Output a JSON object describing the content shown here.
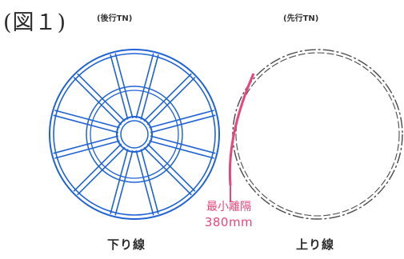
{
  "figure_label": "(図１)",
  "trailing_tunnel": "(後行TN)",
  "leading_tunnel": "(先行TN)",
  "min_distance": {
    "label": "最小離隔",
    "value": "380mm"
  },
  "down_line": "下り線",
  "up_line": "上り線",
  "colors": {
    "trailing_tunnel": "#1f63d6",
    "leading_tunnel": "#4a4a4a",
    "min_distance": "#e8457a"
  }
}
